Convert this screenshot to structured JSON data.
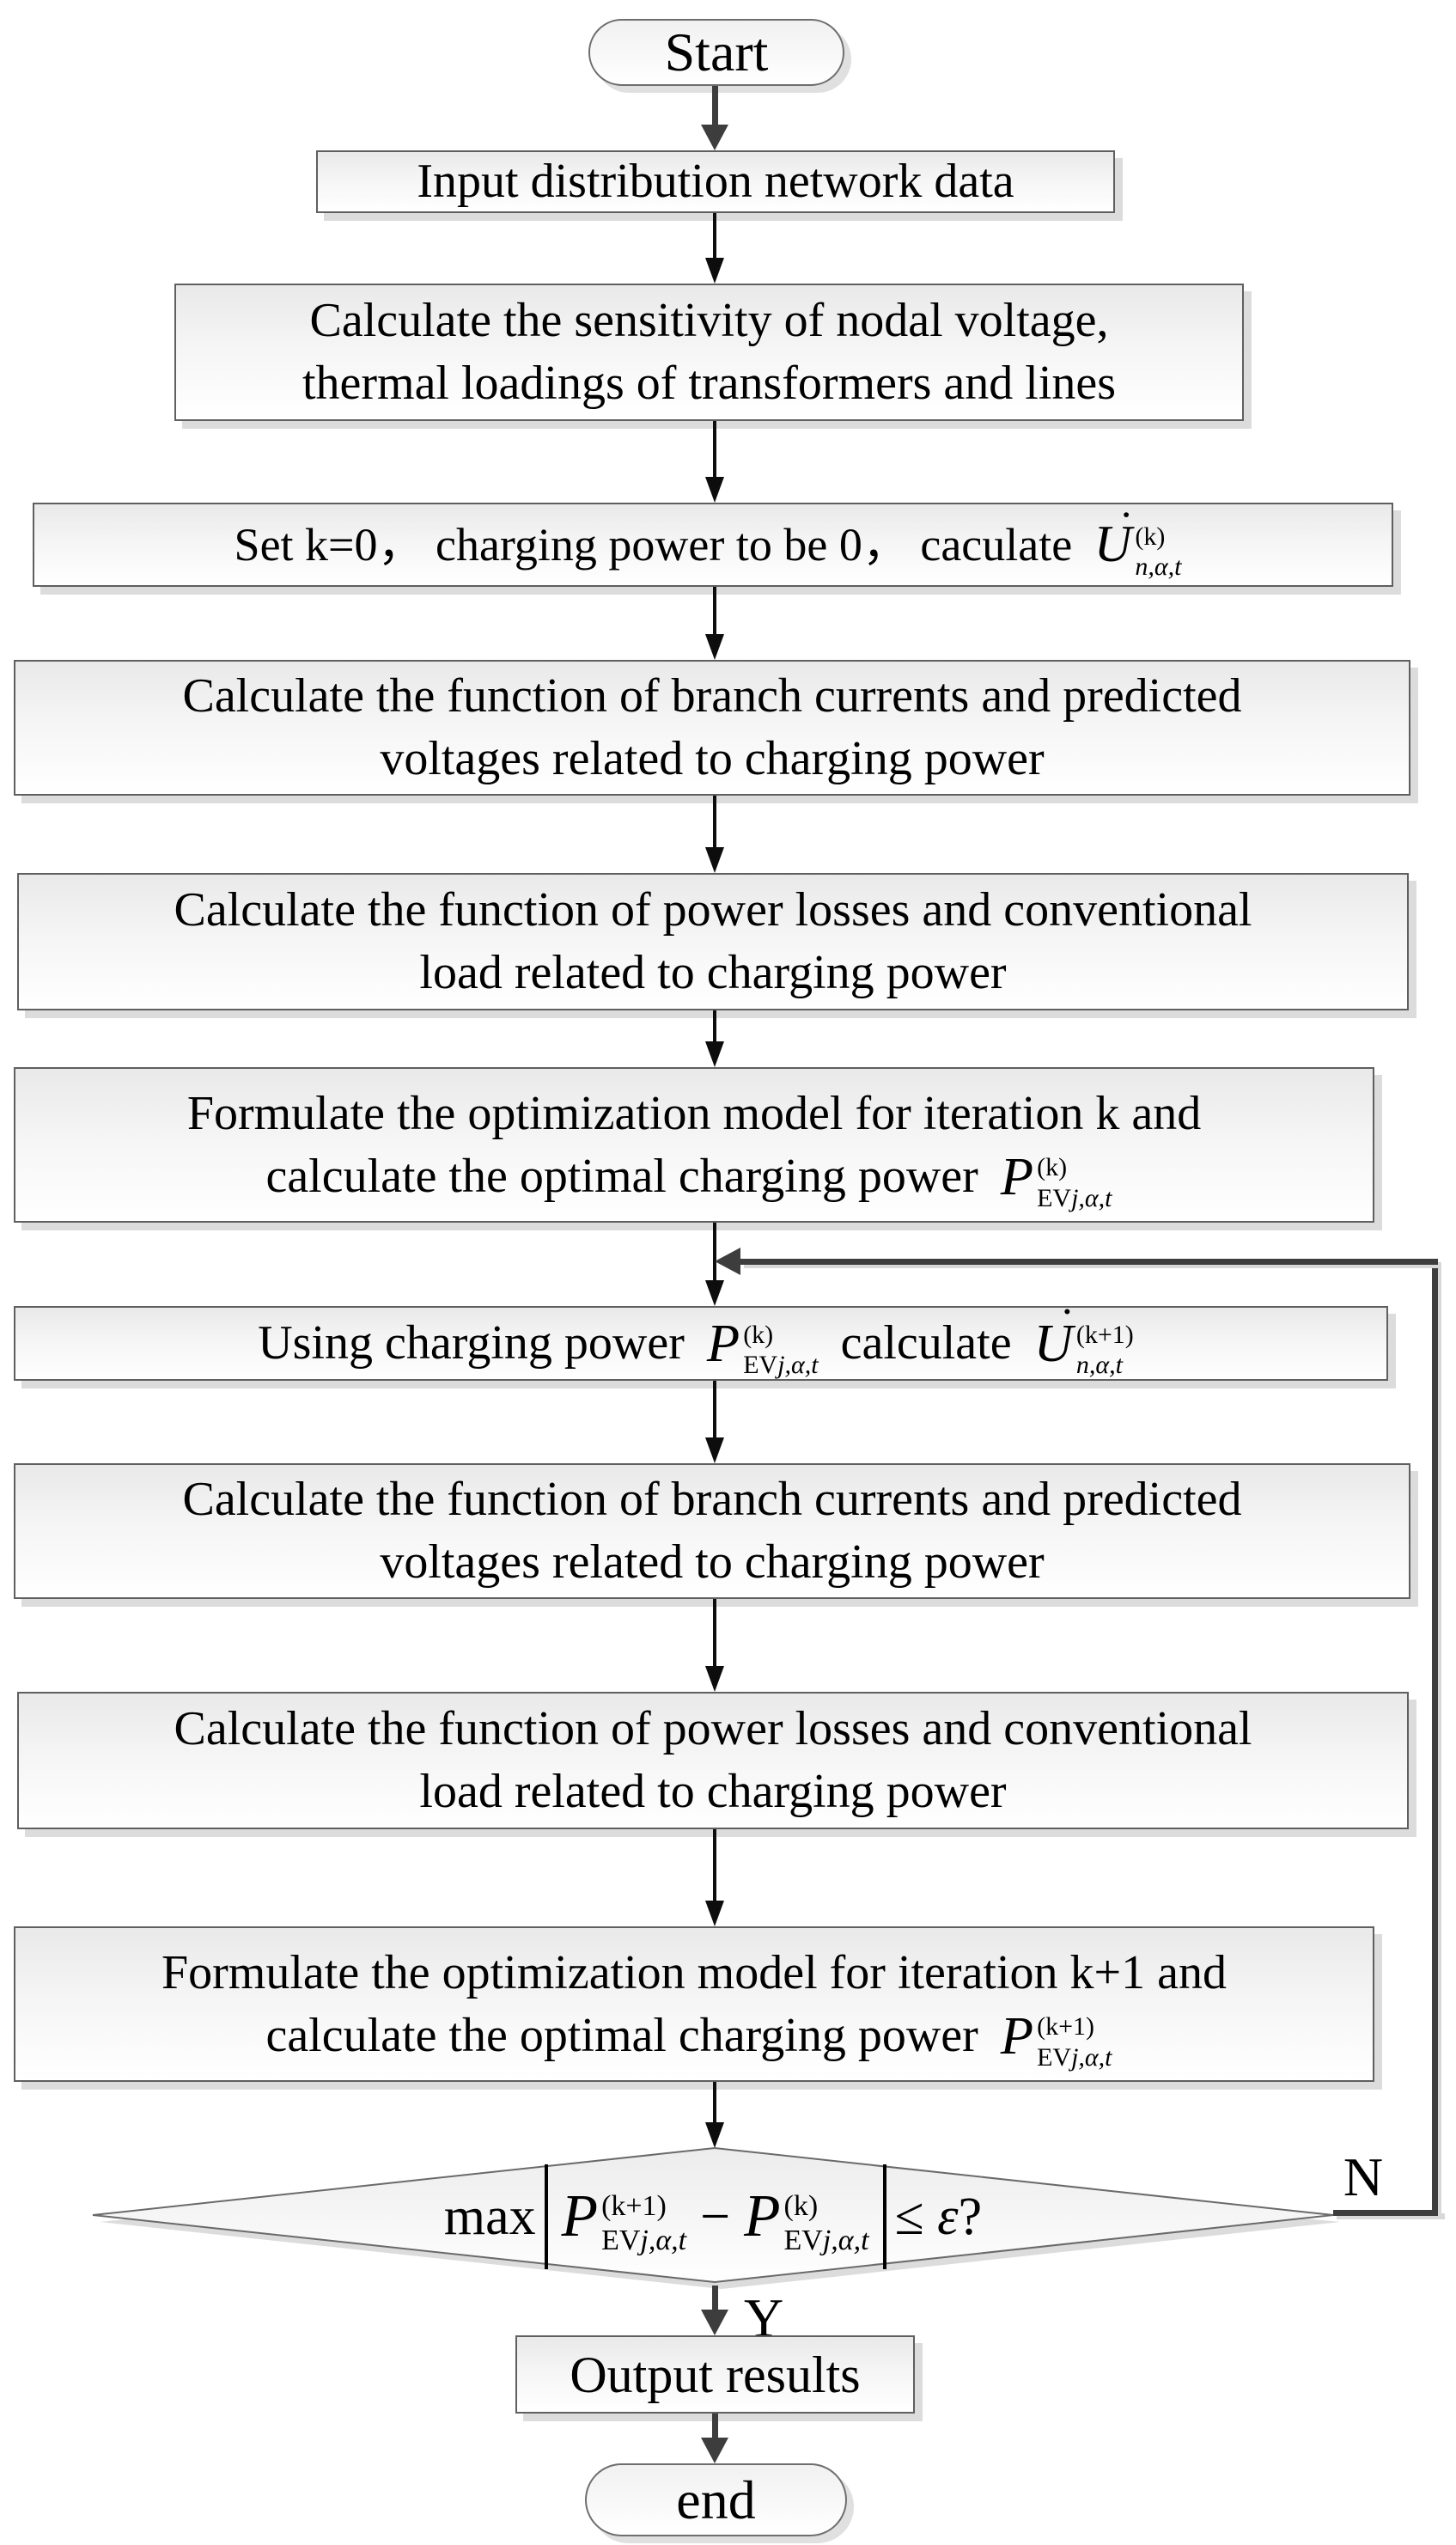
{
  "theme": {
    "box_border": "#5f5f5f",
    "shadow": "#dcdcdc",
    "arrow_black": "#0d0d0d",
    "arrow_gray": "#3d3d3d"
  },
  "nodes": {
    "start": "Start",
    "input": "Input distribution network data",
    "sensitivity_l1": "Calculate the sensitivity of nodal voltage,",
    "sensitivity_l2": "thermal loadings of transformers and lines",
    "set_k0_prefix": "Set k=0， charging power to be 0， caculate ",
    "branch_l1": "Calculate the function of branch currents and predicted",
    "branch_l2": "voltages related to charging power",
    "losses_l1": "Calculate the function of power losses and conventional",
    "losses_l2": "load related to charging power",
    "formulate_k_l1": "Formulate the optimization model for iteration k and",
    "formulate_l2_prefix": "calculate the optimal charging power ",
    "formulate_k1_l1": "Formulate the optimization model for iteration k+1 and",
    "using_prefix": "Using charging power ",
    "using_mid": " calculate ",
    "output": "Output results",
    "end": "end"
  },
  "decision": {
    "max": "max",
    "minus": "−",
    "leq": "≤ ",
    "eps": "ε",
    "q": "?"
  },
  "labels": {
    "yes": "Y",
    "no": "N"
  },
  "formulas": {
    "u_k": {
      "base": "U",
      "dot": "˙",
      "sup": "(k)",
      "sub": "n,α,t"
    },
    "u_k1": {
      "base": "U",
      "dot": "˙",
      "sup": "(k+1)",
      "sub": "n,α,t"
    },
    "p_k": {
      "base": "P",
      "sup": "(k)",
      "sub_rm": "EV",
      "sub_it": "j,α,t"
    },
    "p_k1": {
      "base": "P",
      "sup": "(k+1)",
      "sub_rm": "EV",
      "sub_it": "j,α,t"
    }
  }
}
